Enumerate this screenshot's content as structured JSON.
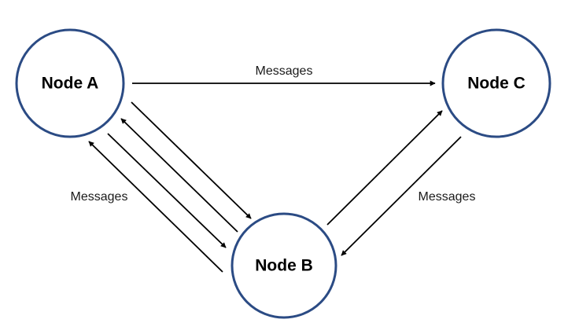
{
  "nodes": {
    "a": {
      "label": "Node A"
    },
    "b": {
      "label": "Node B"
    },
    "c": {
      "label": "Node C"
    }
  },
  "edge_labels": {
    "a_to_c": "Messages",
    "a_b": "Messages",
    "b_c": "Messages"
  },
  "colors": {
    "node_border": "#2b4b84",
    "arrow": "#000000",
    "background": "#ffffff"
  }
}
